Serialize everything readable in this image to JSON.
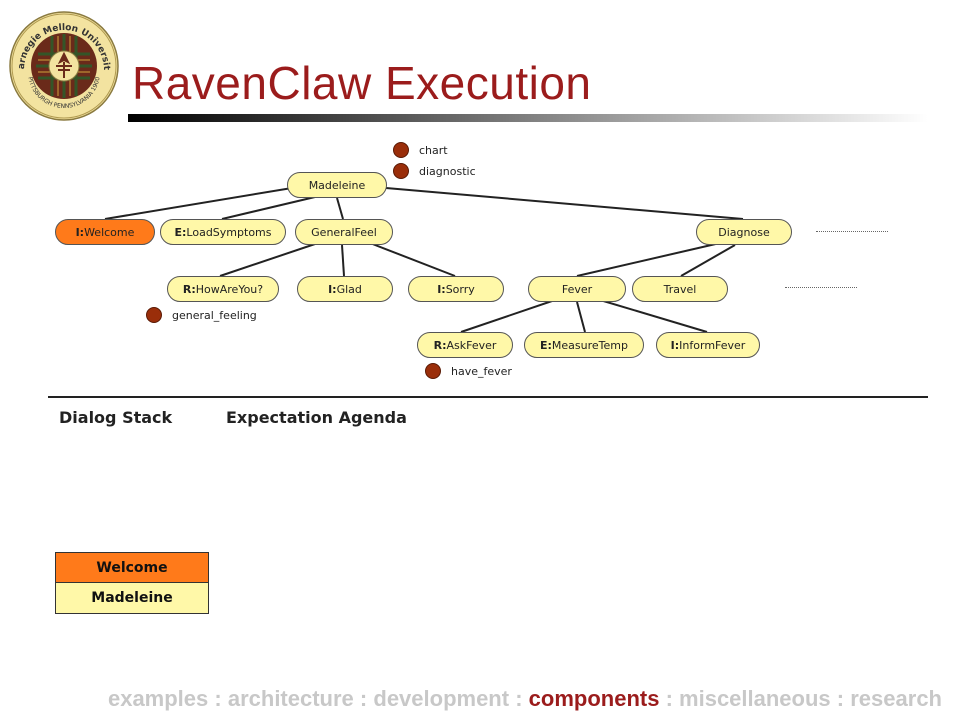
{
  "title": "RavenClaw Execution",
  "logo": {
    "top_text": "Carnegie Mellon University",
    "bottom_text": "PITTSBURGH PENNSYLVANIA 1900"
  },
  "tree": {
    "root": {
      "label": "Madeleine"
    },
    "level1": [
      {
        "prefix": "I:",
        "label": "Welcome",
        "active": true
      },
      {
        "prefix": "E:",
        "label": "LoadSymptoms"
      },
      {
        "prefix": "",
        "label": "GeneralFeel"
      },
      {
        "prefix": "",
        "label": "Diagnose"
      }
    ],
    "level2": [
      {
        "prefix": "R:",
        "label": "HowAreYou?"
      },
      {
        "prefix": "I:",
        "label": "Glad"
      },
      {
        "prefix": "I:",
        "label": "Sorry"
      },
      {
        "prefix": "",
        "label": "Fever"
      },
      {
        "prefix": "",
        "label": "Travel"
      }
    ],
    "level3": [
      {
        "prefix": "R:",
        "label": "AskFever"
      },
      {
        "prefix": "E:",
        "label": "MeasureTemp"
      },
      {
        "prefix": "I:",
        "label": "InformFever"
      }
    ]
  },
  "concepts": {
    "chart": "chart",
    "diagnostic": "diagnostic",
    "general_feeling": "general_feeling",
    "have_fever": "have_fever"
  },
  "sections": {
    "dialog_stack": "Dialog Stack",
    "expectation_agenda": "Expectation Agenda"
  },
  "stack": {
    "top": "Welcome",
    "bottom": "Madeleine"
  },
  "nav": {
    "items": [
      "examples",
      "architecture",
      "development",
      "components",
      "miscellaneous",
      "research"
    ],
    "separator": ":",
    "current": "components"
  },
  "colors": {
    "title": "#9b1c1c",
    "active_node": "#ff7a1a",
    "node": "#fff8a8",
    "concept_dot": "#9a2e0a",
    "nav_current": "#9b1c1c",
    "nav": "#c8c8c8"
  }
}
